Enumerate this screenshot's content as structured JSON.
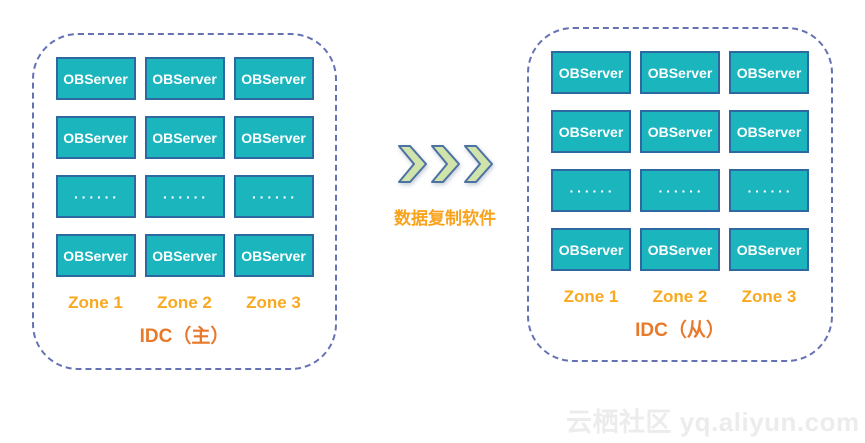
{
  "diagram": {
    "idc_primary": {
      "title": "IDC（主）",
      "zones": [
        "Zone 1",
        "Zone 2",
        "Zone 3"
      ],
      "server_rows": [
        [
          "OBServer",
          "OBServer",
          "OBServer"
        ],
        [
          "OBServer",
          "OBServer",
          "OBServer"
        ],
        [
          "······",
          "······",
          "······"
        ],
        [
          "OBServer",
          "OBServer",
          "OBServer"
        ]
      ]
    },
    "idc_secondary": {
      "title": "IDC（从）",
      "zones": [
        "Zone 1",
        "Zone 2",
        "Zone 3"
      ],
      "server_rows": [
        [
          "OBServer",
          "OBServer",
          "OBServer"
        ],
        [
          "OBServer",
          "OBServer",
          "OBServer"
        ],
        [
          "······",
          "······",
          "······"
        ],
        [
          "OBServer",
          "OBServer",
          "OBServer"
        ]
      ]
    },
    "replication_label": "数据复制软件"
  },
  "watermark": "云栖社区 yq.aliyun.com",
  "colors": {
    "server_fill": "#1BB5BE",
    "server_border": "#2E68A0",
    "container_dash": "#6471B3",
    "zone_label": "#F8A91F",
    "idc_label": "#E8792B",
    "replication_text": "#F9A21B",
    "chevron_fill": "#CFE3AB",
    "chevron_stroke": "#4C71A3",
    "watermark": "#ECECEC"
  }
}
